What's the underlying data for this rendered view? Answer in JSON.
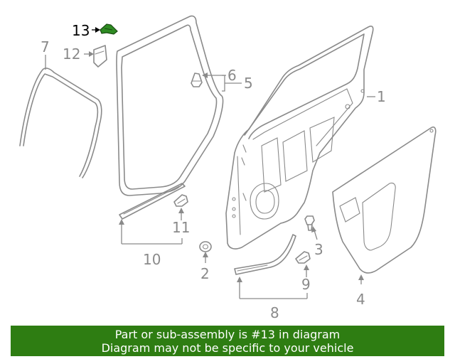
{
  "diagram": {
    "callouts": {
      "c1": "1",
      "c2": "2",
      "c3": "3",
      "c4": "4",
      "c5": "5",
      "c6": "6",
      "c7": "7",
      "c8": "8",
      "c9": "9",
      "c10": "10",
      "c11": "11",
      "c12": "12",
      "c13": "13"
    },
    "highlight_part": "13",
    "highlight_color": "#2e8b22",
    "line_color": "#8a8a8a"
  },
  "banner": {
    "line1": "Part or sub-assembly is #13 in diagram",
    "line2": "Diagram may not be specific to your vehicle",
    "background": "#2e7d12"
  }
}
